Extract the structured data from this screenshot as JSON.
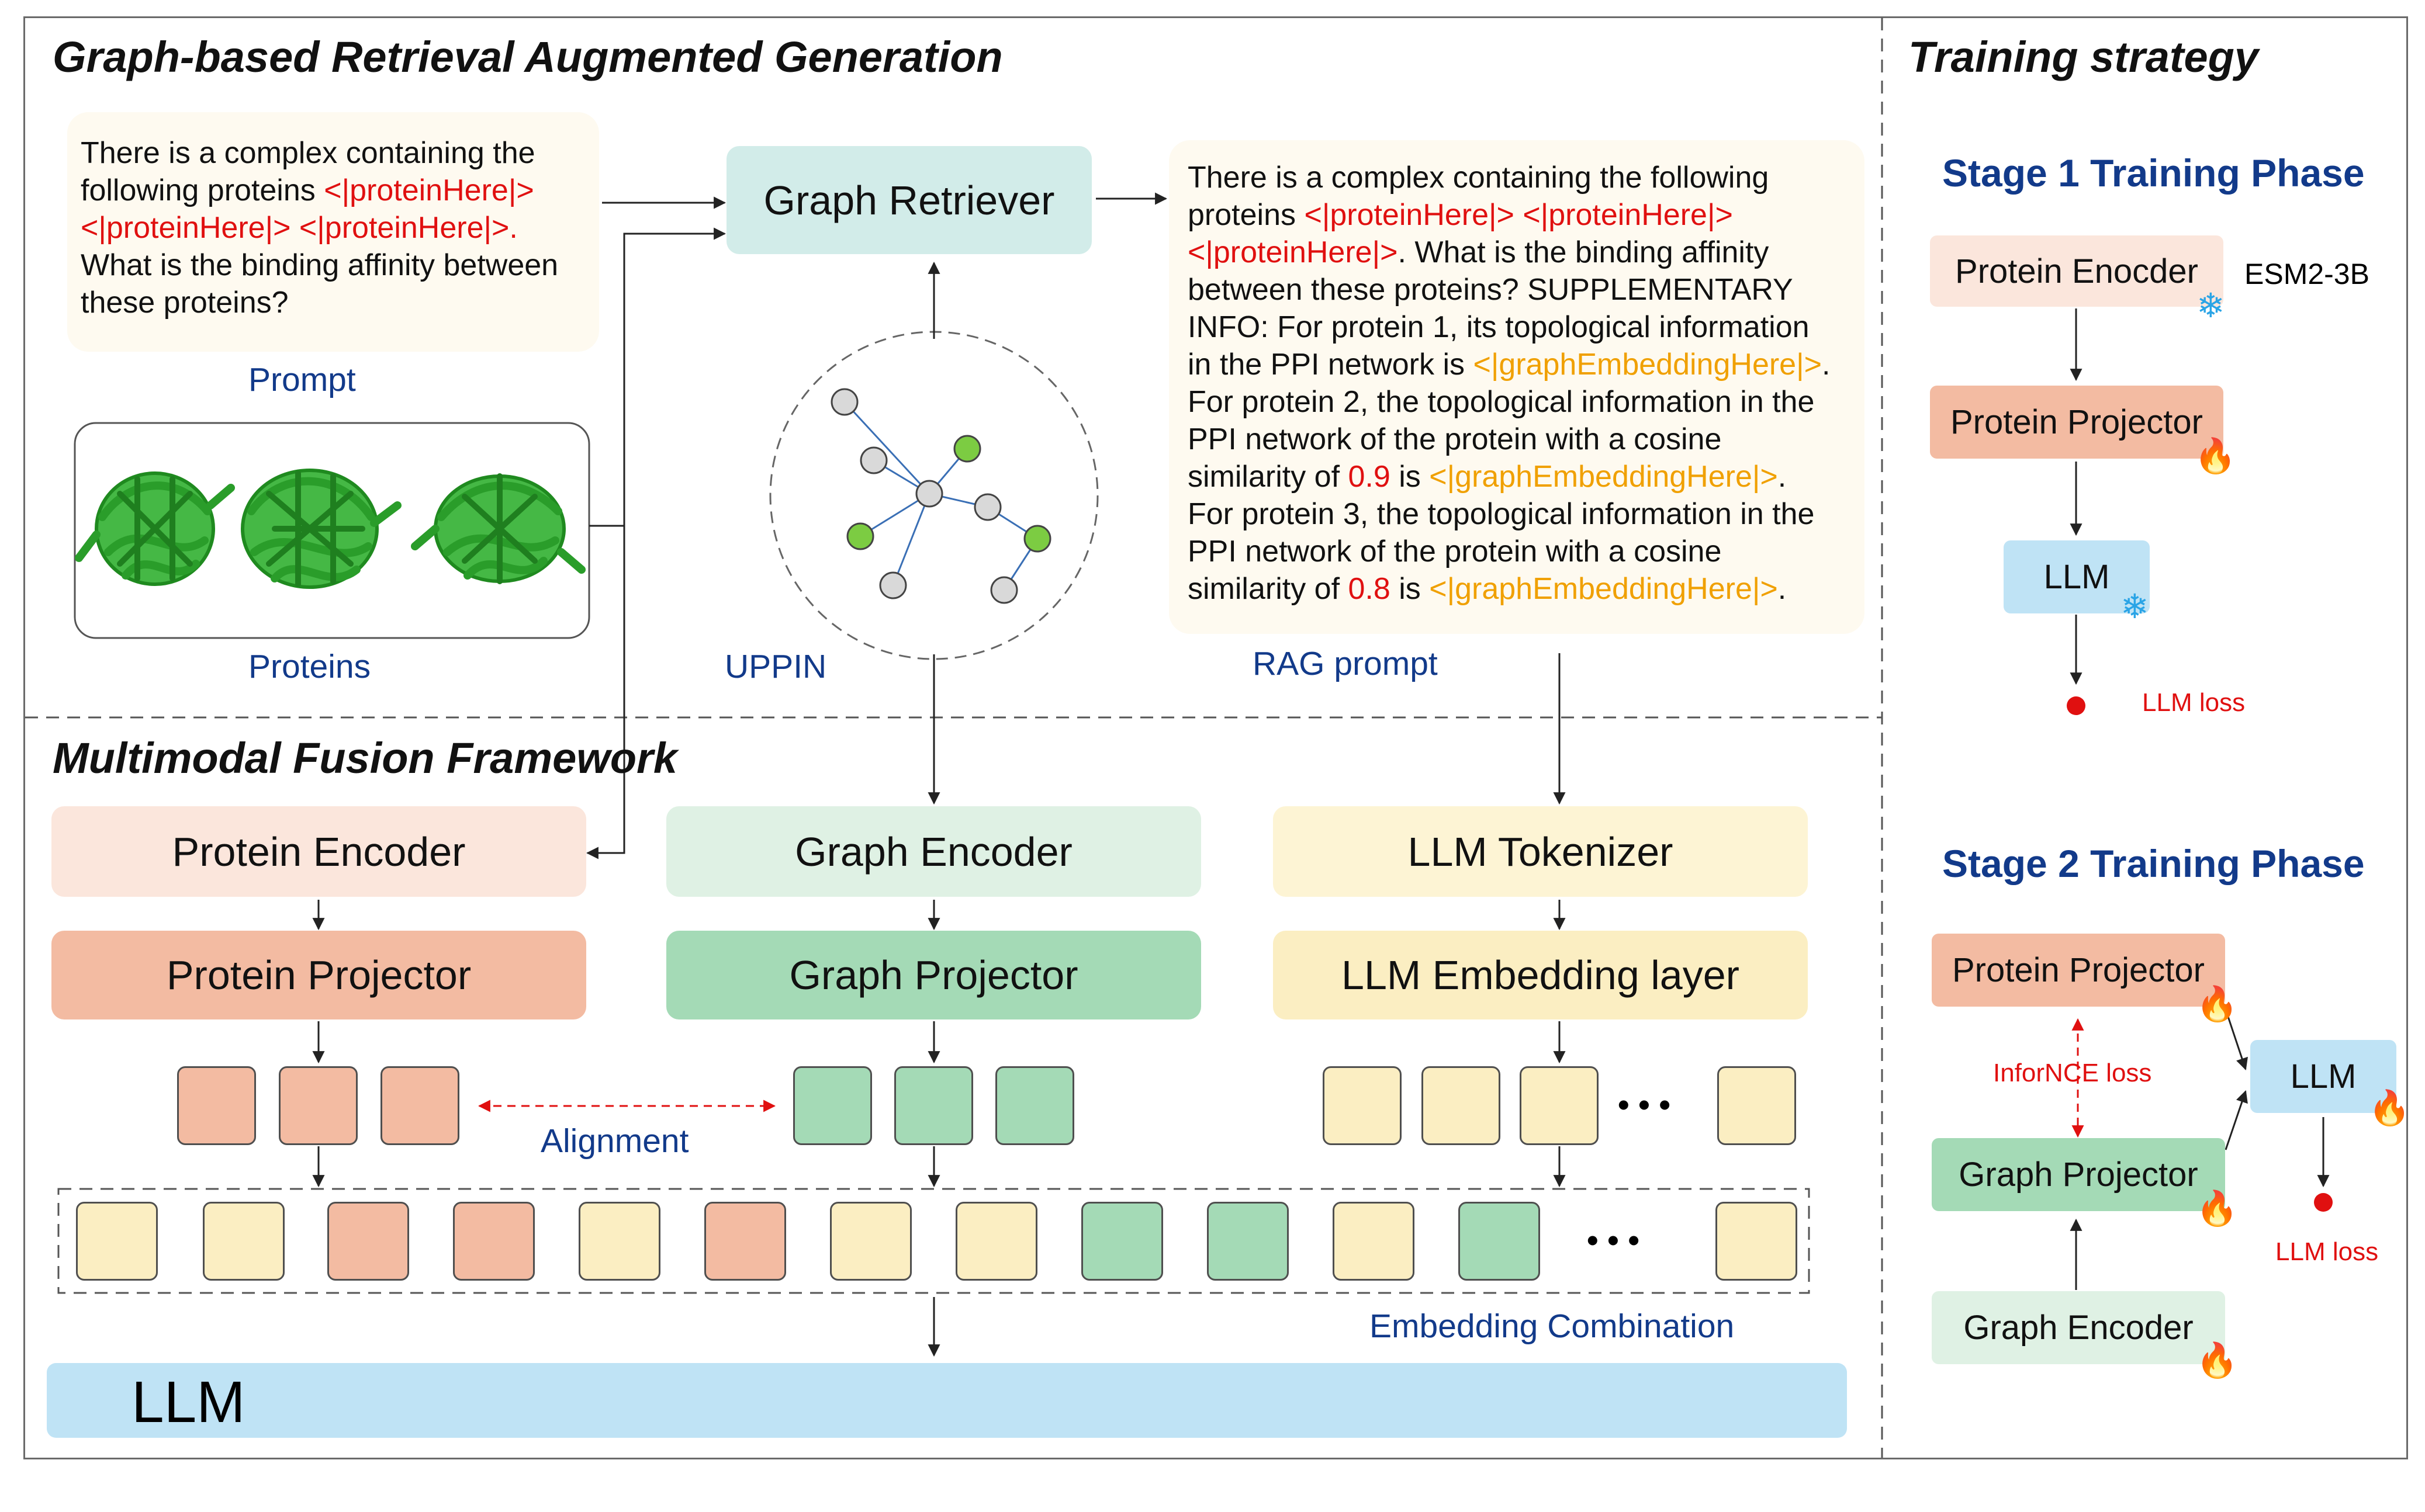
{
  "gr": {
    "title": "Graph-based Retrieval Augmented Generation",
    "prompt_label": "Prompt",
    "proteins_label": "Proteins",
    "uppin_label": "UPPIN",
    "rag_label": "RAG prompt",
    "retriever": "Graph Retriever",
    "prompt": {
      "l1": "There is a complex containing the",
      "l2a": "following proteins ",
      "tok1": "<|proteinHere|>",
      "tok2": "<|proteinHere|>",
      "tok3": "<|proteinHere|>.",
      "l4": "What is the binding affinity between",
      "l5": "these proteins?"
    },
    "rag": {
      "l1": "There is a complex containing the following",
      "l2a": "proteins ",
      "ptok": "<|proteinHere|>",
      "ptok_last": "<|proteinHere|>",
      "l3b": ". What is the binding affinity",
      "l4": "between these proteins? SUPPLEMENTARY",
      "l5": "INFO: For protein 1, its topological information",
      "l6a": "in the PPI network is ",
      "gtok": "<|graphEmbeddingHere|>",
      "dot": ".",
      "l7": "For protein 2, the topological information in the",
      "l8": "PPI network of the protein with a cosine",
      "sim_a": "similarity of ",
      "sim1": "0.9",
      "is": " is ",
      "l10": "For protein 3, the topological information in the",
      "l11": "PPI network of the protein with a cosine",
      "sim2": "0.8"
    }
  },
  "mf": {
    "title": "Multimodal Fusion Framework",
    "protein_encoder": "Protein Encoder",
    "protein_projector": "Protein Projector",
    "graph_encoder": "Graph Encoder",
    "graph_projector": "Graph Projector",
    "llm_tokenizer": "LLM Tokenizer",
    "llm_embedding": "LLM Embedding layer",
    "alignment": "Alignment",
    "embedding_combination": "Embedding Combination",
    "llm": "LLM",
    "ellipsis": "• • •"
  },
  "ts": {
    "title": "Training strategy",
    "stage1": {
      "title": "Stage 1 Training Phase",
      "protein_encoder": "Protein Enocder",
      "esm": "ESM2-3B",
      "protein_projector": "Protein Projector",
      "llm": "LLM",
      "loss": "LLM loss"
    },
    "stage2": {
      "title": "Stage 2 Training Phase",
      "protein_projector": "Protein Projector",
      "infonce": "InforNCE loss",
      "llm": "LLM",
      "graph_projector": "Graph Projector",
      "graph_encoder": "Graph Encoder",
      "loss": "LLM loss"
    }
  },
  "icons": {
    "frozen": "snowflake-icon",
    "trainable": "flame-icon",
    "protein_structure": "protein-structure-icon"
  },
  "colors": {
    "salmon_light": "#fbe6dc",
    "salmon": "#f3bba2",
    "green_light": "#dff1e4",
    "green": "#a4dab6",
    "yellow_light": "#fdf4d4",
    "yellow": "#fbeec2",
    "teal": "#d2ece9",
    "llm_blue": "#bfe3f5",
    "title_blue": "#123a8a",
    "red": "#e01010",
    "orange": "#f0a000"
  }
}
